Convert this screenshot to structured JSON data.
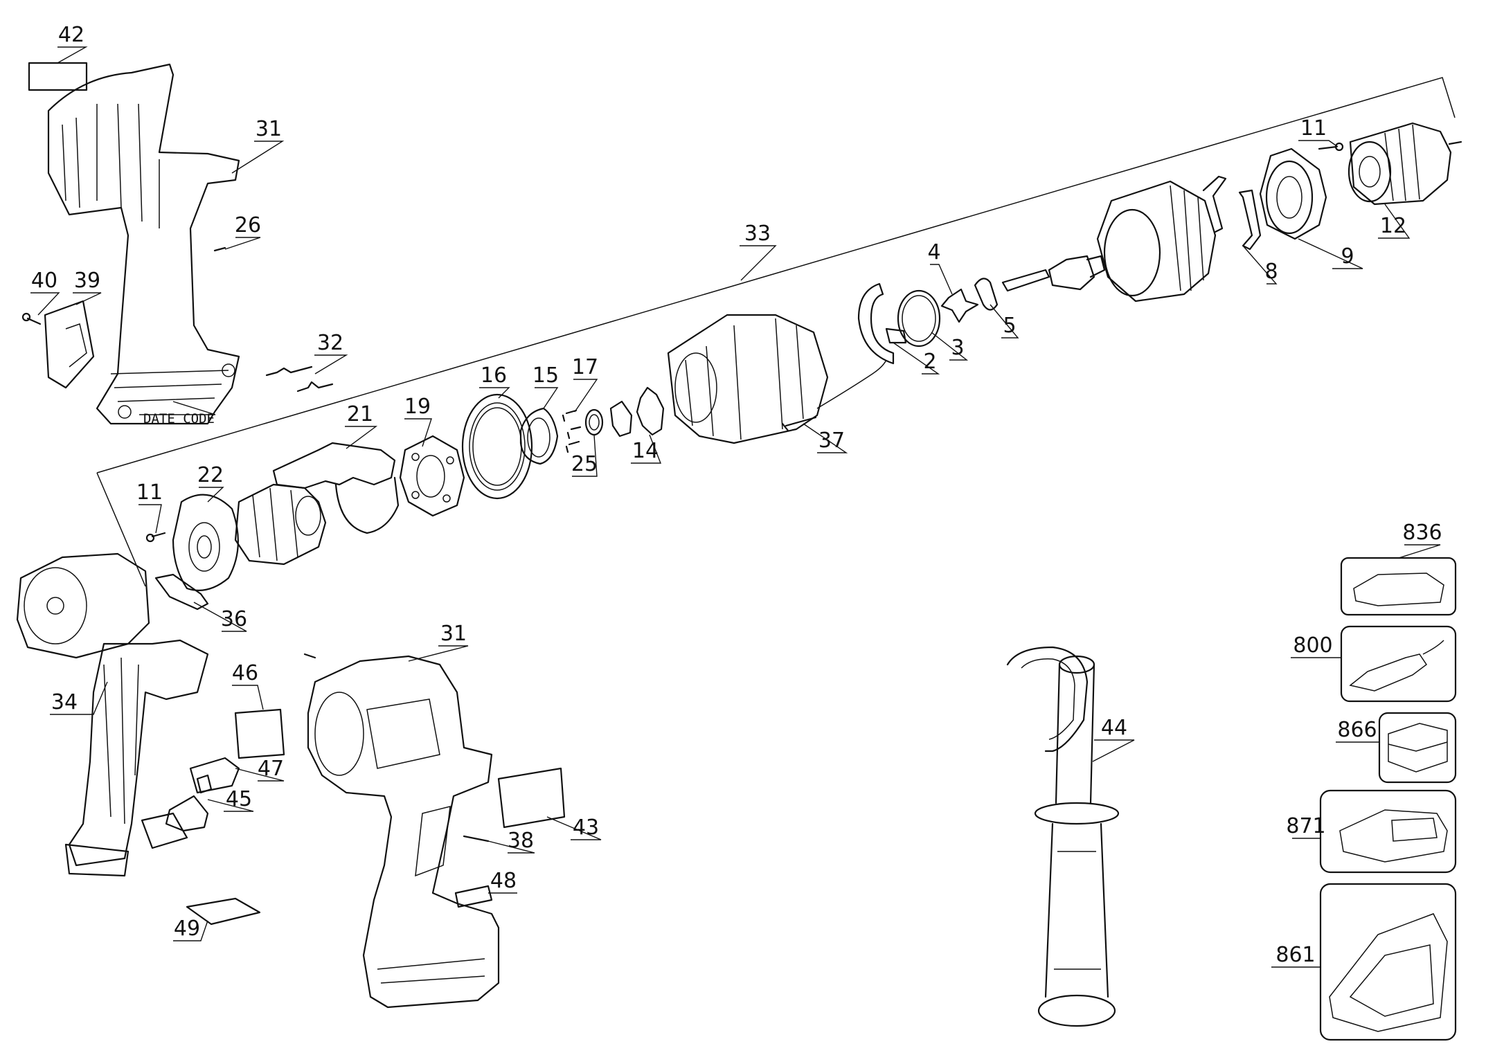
{
  "diagram": {
    "date_code_text": "DATE CODE",
    "callouts": [
      "42",
      "31",
      "26",
      "40",
      "39",
      "32",
      "33",
      "11",
      "12",
      "9",
      "8",
      "4",
      "5",
      "3",
      "2",
      "16",
      "15",
      "17",
      "25",
      "14",
      "37",
      "21",
      "19",
      "22",
      "36",
      "34",
      "46",
      "47",
      "45",
      "49",
      "31",
      "38",
      "43",
      "48",
      "44",
      "836",
      "800",
      "866",
      "871",
      "861"
    ]
  }
}
